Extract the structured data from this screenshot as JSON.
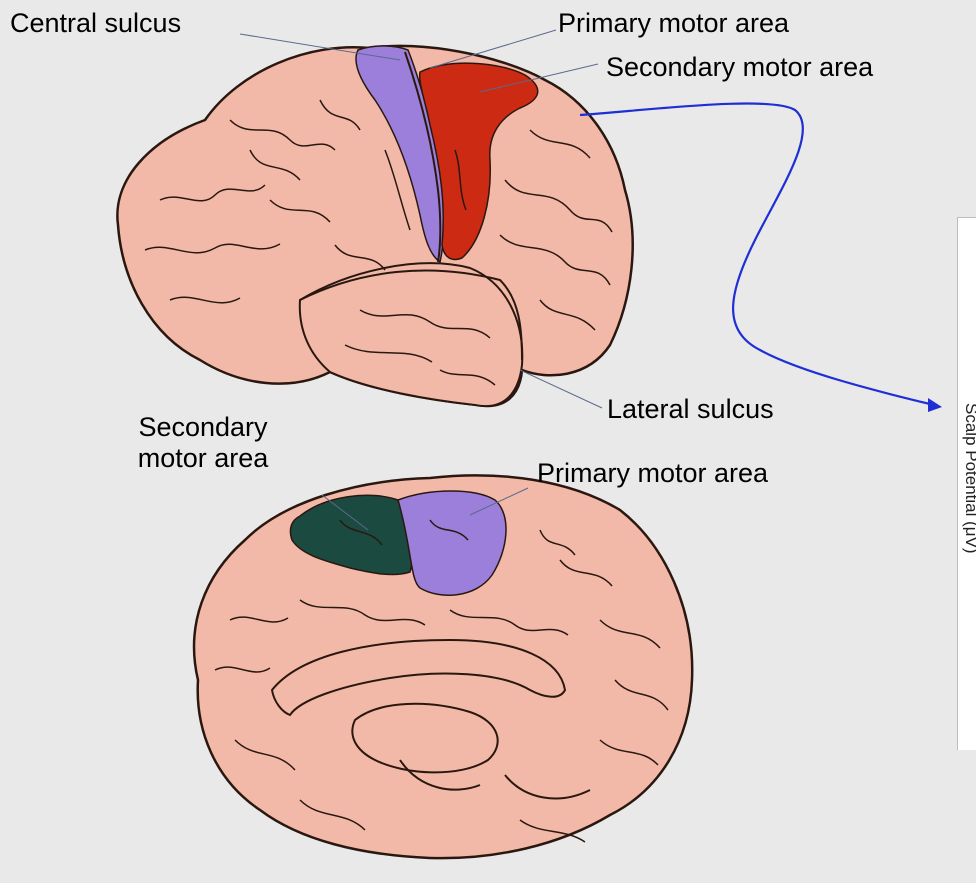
{
  "labels": {
    "central_sulcus": "Central sulcus",
    "primary_motor_area_top": "Primary motor area",
    "secondary_motor_area_top": "Secondary motor area",
    "lateral_sulcus": "Lateral sulcus",
    "secondary_motor_area_bottom_line1": "Secondary",
    "secondary_motor_area_bottom_line2": "motor area",
    "primary_motor_area_bottom": "Primary motor area"
  },
  "side_plot": {
    "ylabel": "Scalp Potential (μV)"
  },
  "colors": {
    "background": "#e9e9e9",
    "brain_fill": "#f2b9a8",
    "brain_outline": "#2a1810",
    "primary_motor": "#9b7fdb",
    "secondary_motor_lateral": "#cc2a12",
    "secondary_motor_medial": "#1a4a40",
    "arrow": "#1f2fd6"
  }
}
